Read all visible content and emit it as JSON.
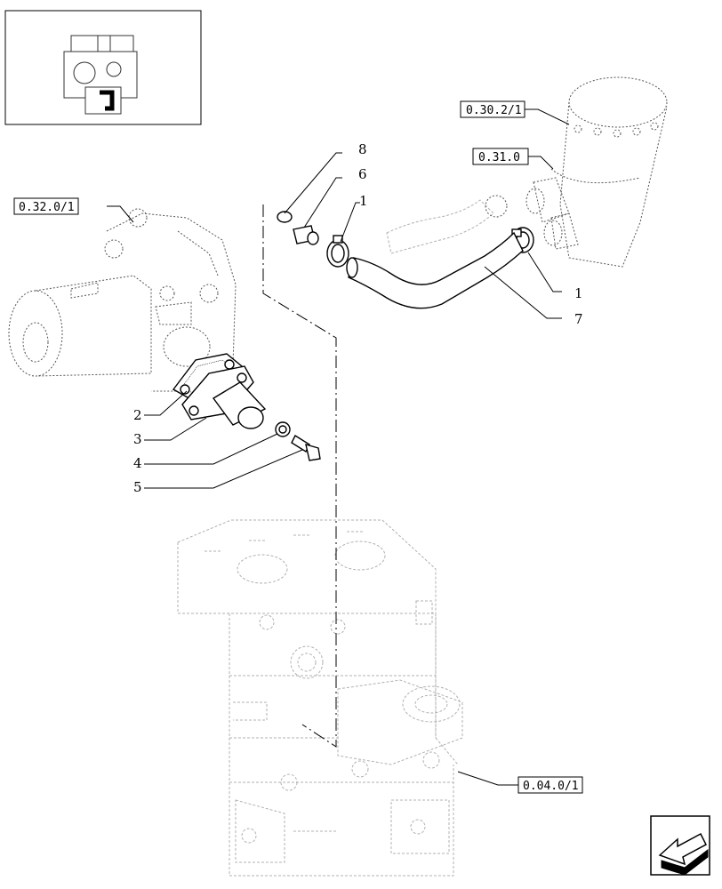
{
  "references": {
    "ref_0_30_2_1": "0.30.2/1",
    "ref_0_31_0": "0.31.0",
    "ref_0_32_0_1": "0.32.0/1",
    "ref_0_04_0_1": "0.04.0/1"
  },
  "callouts": {
    "c8": "8",
    "c6": "6",
    "c1_top": "1",
    "c1_right": "1",
    "c7": "7",
    "c2": "2",
    "c3": "3",
    "c4": "4",
    "c5": "5"
  },
  "icons": {
    "nav": "arrow-navigation-icon",
    "thumbnail": "engine-thumbnail-icon"
  }
}
